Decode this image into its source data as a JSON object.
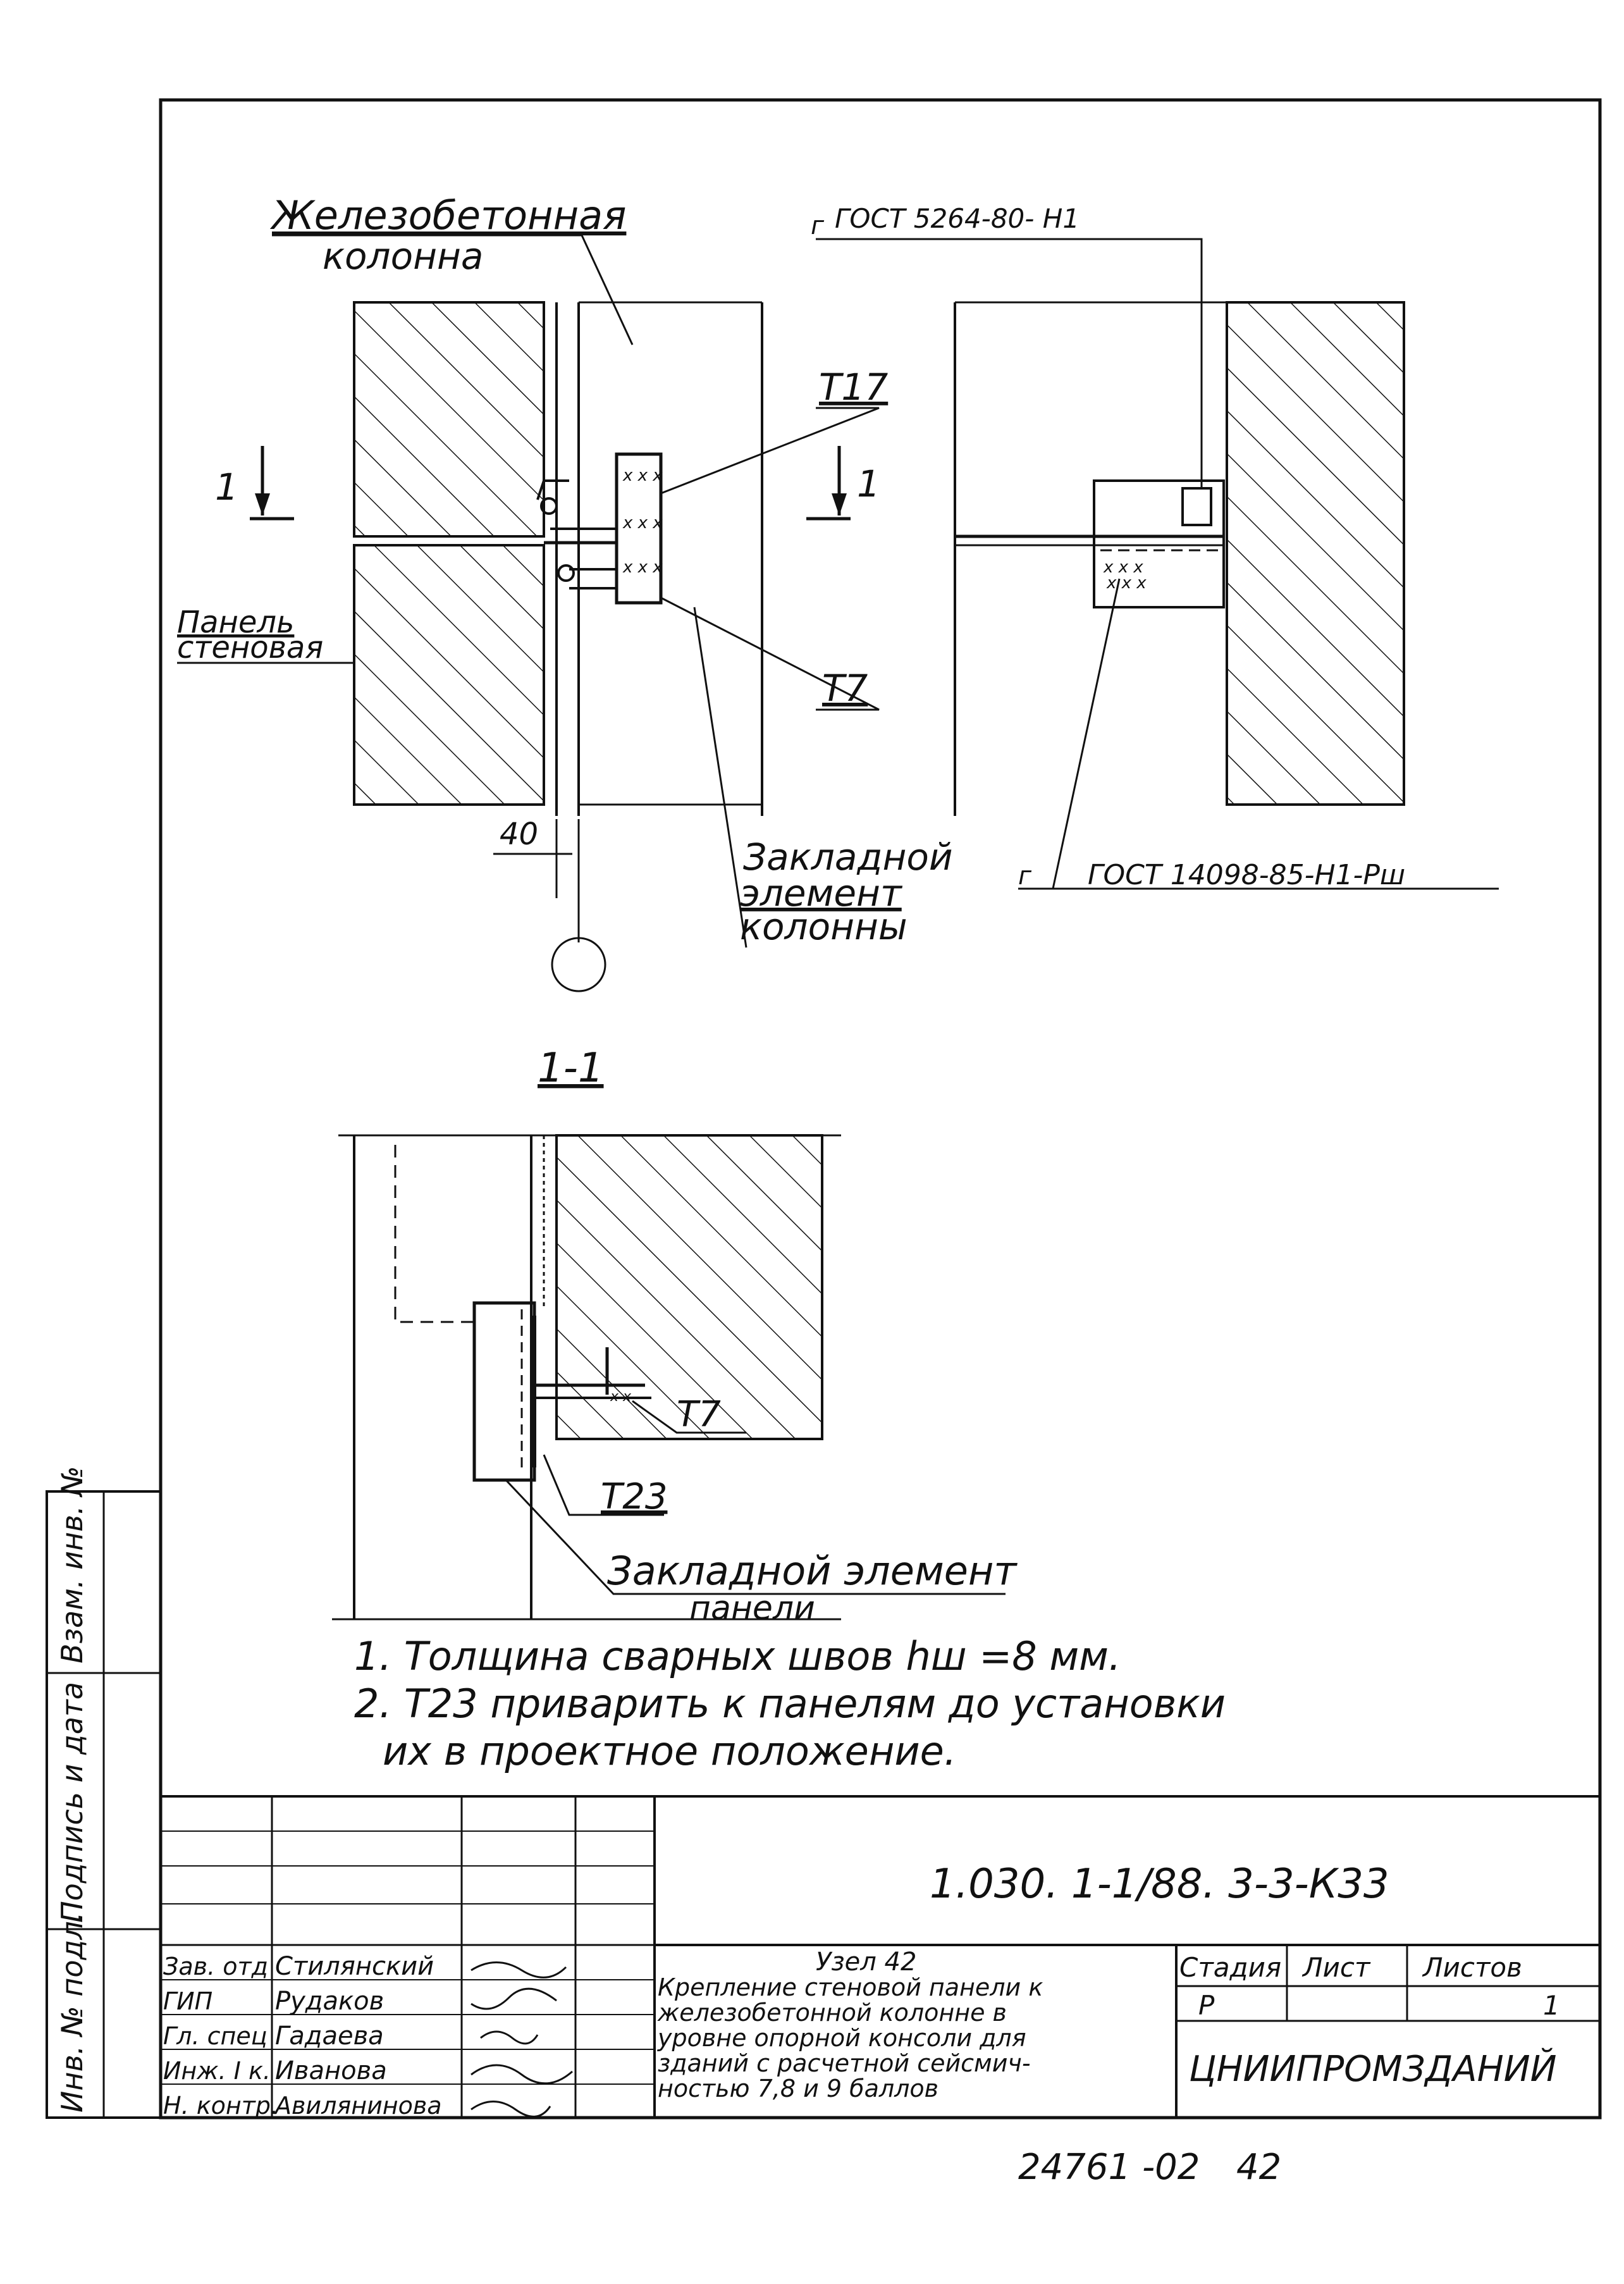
{
  "labels": {
    "column": [
      "Железобетонная",
      "колонна"
    ],
    "panel": [
      "Панель",
      "стеновая"
    ],
    "gost_top": "ГОСТ 5264-80- Н1",
    "gost_bottom": "ГОСТ 14098-85-Н1-Рш",
    "weld_mark_top": "г",
    "weld_mark_bottom": "г",
    "t17": "Т17",
    "t7": "Т7",
    "t7_section": "Т7",
    "t23": "Т23",
    "embedded_column": [
      "Закладной",
      "элемент",
      "колонны"
    ],
    "embedded_panel": [
      "Закладной элемент",
      "панели"
    ],
    "dim_40": "40",
    "cut_mark_left": "1",
    "cut_mark_right": "1",
    "section_title": "1-1"
  },
  "notes": [
    "1. Толщина сварных швов hш =8 мм.",
    "2. Т23 приварить к панелям до установки",
    "их в проектное положение."
  ],
  "side_stamp": [
    "Инв. № подл.",
    "Подпись и дата",
    "Взам. инв. №"
  ],
  "title_block": {
    "code": "1.030. 1-1/88. 3-3-К33",
    "roles": [
      "Зав. отд",
      "ГИП",
      "Гл. спец",
      "Инж. I к.",
      "Н. контр."
    ],
    "names": [
      "Стилянский",
      "Рудаков",
      "Гадаева",
      "Иванова",
      "Авилянинова"
    ],
    "title_lines": [
      "Узел 42",
      "Крепление стеновой панели к",
      "железобетонной колонне в",
      "уровне опорной консоли для",
      "зданий с расчетной сейсмич-",
      "ностью 7,8 и 9 баллов"
    ],
    "stage_header": "Стадия",
    "sheet_header": "Лист",
    "sheets_header": "Листов",
    "stage": "Р",
    "sheet": "",
    "sheets": "1",
    "organization": "ЦНИИПРОМЗДАНИЙ"
  },
  "footer": {
    "number": "24761 -02",
    "page": "42"
  },
  "colors": {
    "ink": "#111111",
    "paper": "#ffffff"
  }
}
